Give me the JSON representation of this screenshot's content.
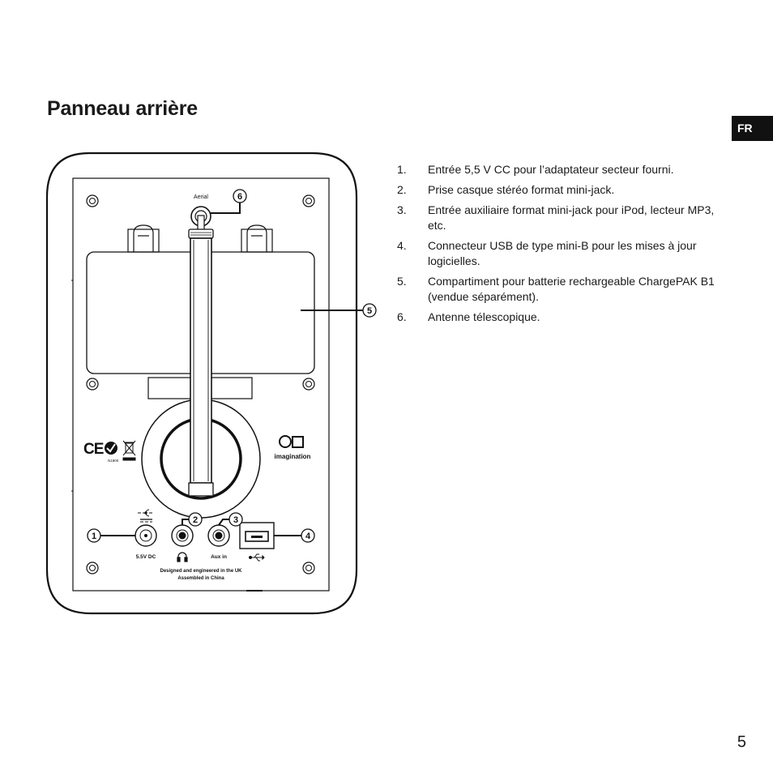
{
  "page": {
    "title": "Panneau arrière",
    "language_tab": "FR",
    "page_number": "5"
  },
  "legend": [
    {
      "num": "1.",
      "text": "Entrée 5,5 V CC pour l’adaptateur secteur fourni."
    },
    {
      "num": "2.",
      "text": "Prise casque stéréo format mini-jack."
    },
    {
      "num": "3.",
      "text": "Entrée auxiliaire format mini-jack pour iPod, lecteur MP3, etc."
    },
    {
      "num": "4.",
      "text": "Connecteur USB de type mini-B pour les mises à jour logicielles."
    },
    {
      "num": "5.",
      "text": "Compartiment pour batterie rechargeable ChargePAK B1 (vendue séparément)."
    },
    {
      "num": "6.",
      "text": "Antenne télescopique."
    }
  ],
  "diagram": {
    "callouts": [
      "1",
      "2",
      "3",
      "4",
      "5",
      "6"
    ],
    "aerial_label": "Aerial",
    "dc_label": "5.5V DC",
    "aux_label": "Aux in",
    "brand": "imagination",
    "model_code": "N1800",
    "footer_line1": "Designed and engineered in the UK",
    "footer_line2": "Assembled in China",
    "icons": [
      "ce-mark-icon",
      "c-tick-icon",
      "weee-bin-icon",
      "headphones-icon",
      "usb-icon",
      "dc-polarity-icon"
    ]
  }
}
